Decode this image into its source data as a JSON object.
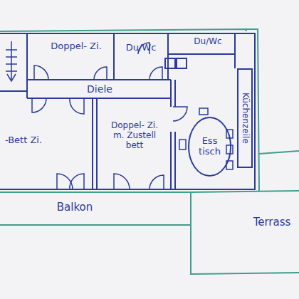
{
  "diagram": {
    "nodes": [
      {
        "text": [
          "Ess tisch"
        ]
      },
      {
        "text": [
          "Küchenzeile"
        ]
      }
    ],
    "labels": [
      "Doppel- Zi.",
      "Du/Wc",
      "Du/Wc",
      "Diele",
      "-Bett Zi.",
      "Doppel- Zi. m. Zustell bett",
      "Balkon",
      "Terrass"
    ]
  }
}
